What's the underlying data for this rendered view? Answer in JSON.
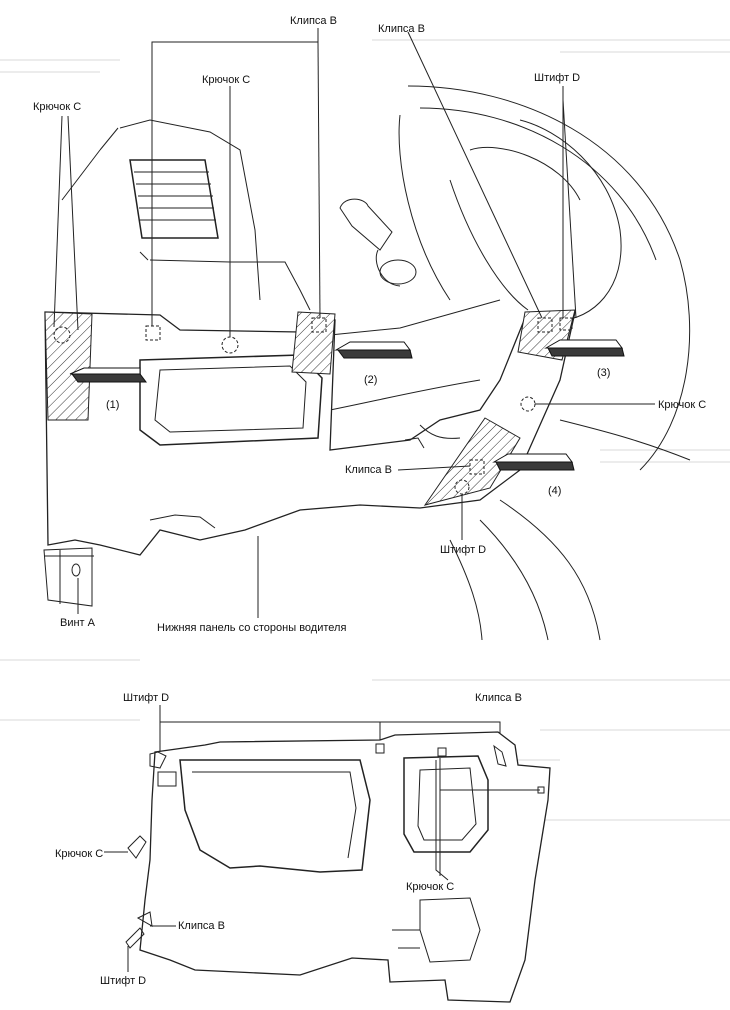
{
  "labels": {
    "klipsa_b": "Клипса B",
    "kryuchok_c": "Крючок C",
    "shtift_d": "Штифт D",
    "vint_a": "Винт A",
    "panel": "Нижняя панель со стороны водителя"
  },
  "steps": [
    "(1)",
    "(2)",
    "(3)",
    "(4)"
  ]
}
